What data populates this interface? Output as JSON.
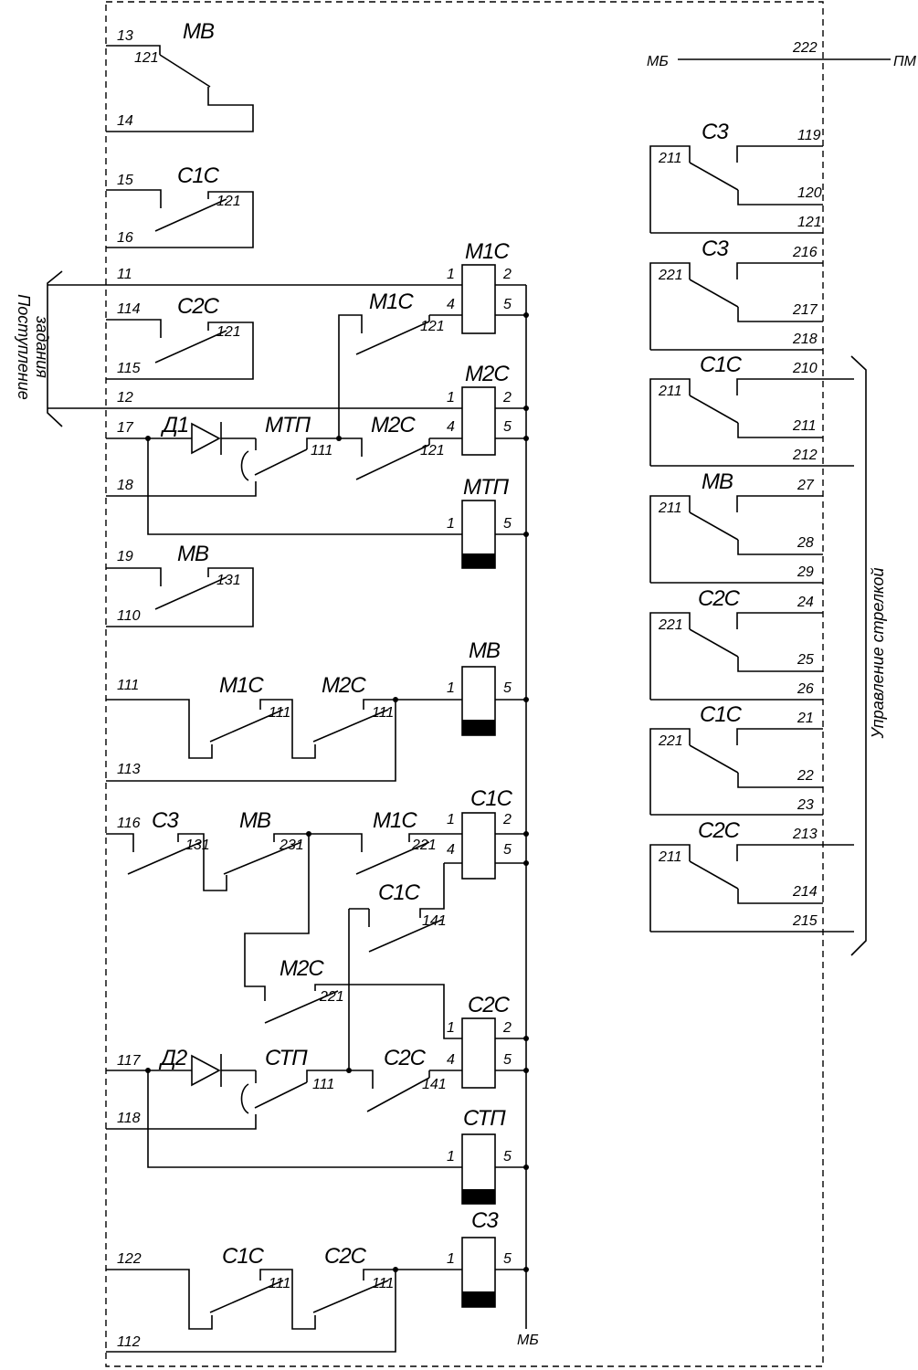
{
  "side_labels": {
    "left_line1": "Поступление",
    "left_line2": "задания",
    "right": "Управление стрелкой"
  },
  "top_bus": {
    "left": "МБ",
    "number": "222",
    "right": "ПМ"
  },
  "bottom_bus": "МБ",
  "devices": {
    "mv": "МВ",
    "s1s": "С1С",
    "s2s": "С2С",
    "m1s": "М1С",
    "m2s": "М2С",
    "mtp": "МТП",
    "stp": "СТП",
    "s3": "С3",
    "d1": "Д1",
    "d2": "Д2"
  },
  "left_terminals": {
    "t13": "13",
    "t14": "14",
    "t15": "15",
    "t16": "16",
    "t11": "11",
    "t114": "114",
    "t115": "115",
    "t12": "12",
    "t17": "17",
    "t18": "18",
    "t19": "19",
    "t110": "110",
    "t111": "111",
    "t113": "113",
    "t116": "116",
    "t117": "117",
    "t118": "118",
    "t122": "122",
    "t112": "112"
  },
  "contact_numbers": {
    "c121": "121",
    "c131": "131",
    "c111": "111",
    "c221": "221",
    "c231": "231",
    "c141": "141",
    "c211": "211"
  },
  "coil_pins": {
    "p1": "1",
    "p2": "2",
    "p4": "4",
    "p5": "5"
  },
  "right_terminals": {
    "t119": "119",
    "t120": "120",
    "t121": "121",
    "t216": "216",
    "t217": "217",
    "t218": "218",
    "t210": "210",
    "t211": "211",
    "t212": "212",
    "t27": "27",
    "t28": "28",
    "t29": "29",
    "t24": "24",
    "t25": "25",
    "t26": "26",
    "t21": "21",
    "t22": "22",
    "t23": "23",
    "t213": "213",
    "t214": "214",
    "t215": "215"
  }
}
